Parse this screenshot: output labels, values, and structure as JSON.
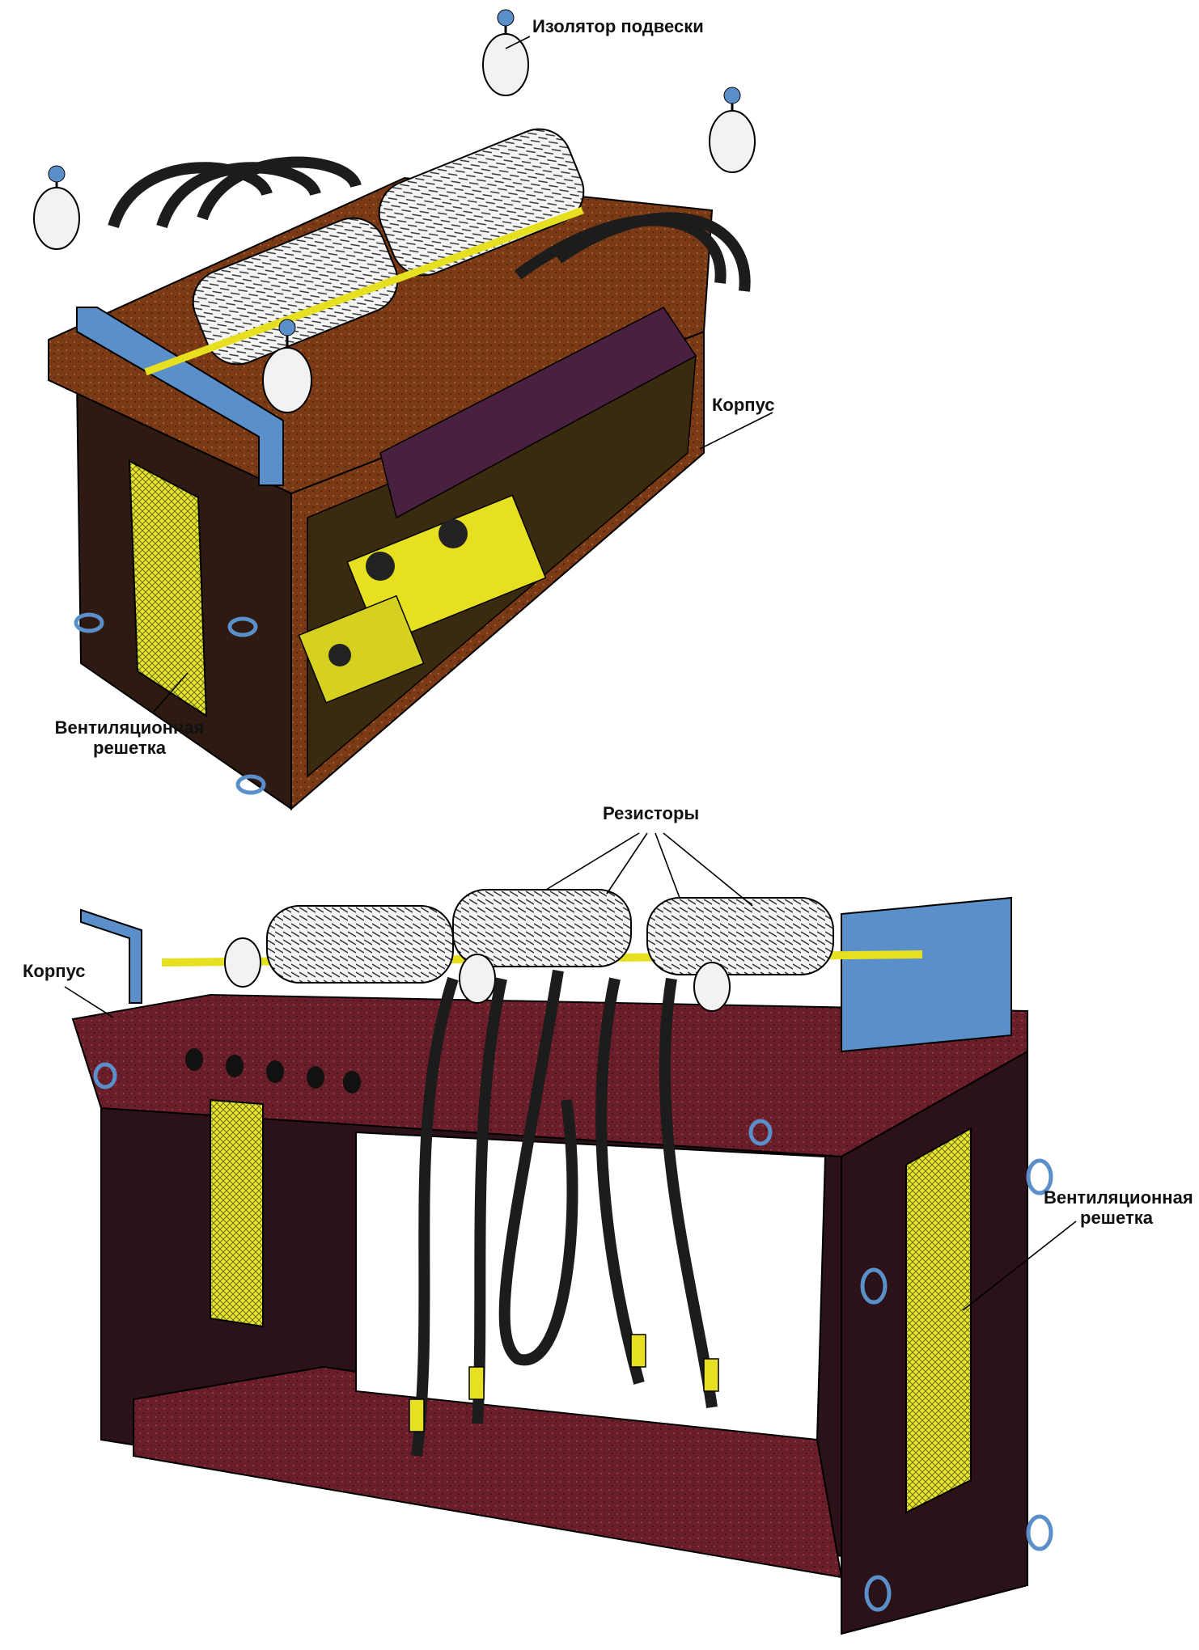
{
  "labels": {
    "top_insulator": "Изолятор подвески",
    "top_body": "Корпус",
    "top_vent_line1": "Вентиляционная",
    "top_vent_line2": "решетка",
    "bottom_resistors": "Резисторы",
    "bottom_body": "Корпус",
    "bottom_vent_line1": "Вентиляционная",
    "bottom_vent_line2": "решетка"
  },
  "colors": {
    "top_body": "#7a3a16",
    "top_side_dark": "#3a1d10",
    "top_inner": "#4a2040",
    "bottom_body": "#6a1e2a",
    "bottom_frame_dark": "#2a1218",
    "vent_grille": "#e8e62a",
    "insulator": "#f2f2f2",
    "bracket": "#5b8fc9",
    "cable": "#1c1c1c",
    "rod": "#e6e020"
  }
}
